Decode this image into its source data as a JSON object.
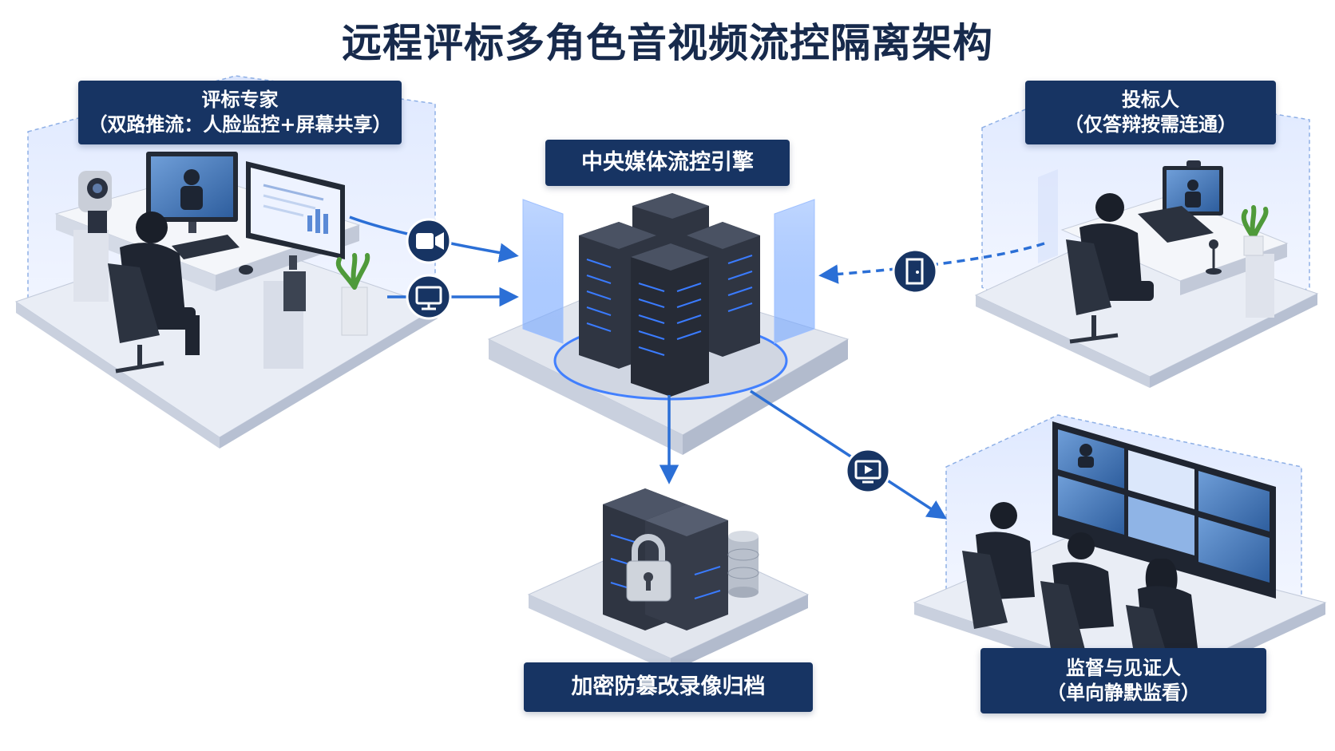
{
  "title": "远程评标多角色音视频流控隔离架构",
  "nodes": {
    "expert": {
      "title": "评标专家",
      "subtitle": "（双路推流：人脸监控+屏幕共享）"
    },
    "engine": {
      "title": "中央媒体流控引擎"
    },
    "bidder": {
      "title": "投标人",
      "subtitle": "（仅答辩按需连通）"
    },
    "archive": {
      "title": "加密防篡改录像归档"
    },
    "monitor": {
      "title": "监督与见证人",
      "subtitle": "（单向静默监看）"
    }
  },
  "icons": {
    "camera": "video-camera-icon",
    "screen": "monitor-icon",
    "door": "door-icon",
    "play": "play-screen-icon",
    "lock": "lock-icon"
  },
  "colors": {
    "label_bg": "#173463",
    "title": "#172a4c",
    "arrow": "#2b6fd6",
    "icon_circle": "#173463",
    "platform": "#dfe4ee",
    "server": "#2f3542",
    "glow": "#3a7bff",
    "room_glass": "#e8efff"
  }
}
